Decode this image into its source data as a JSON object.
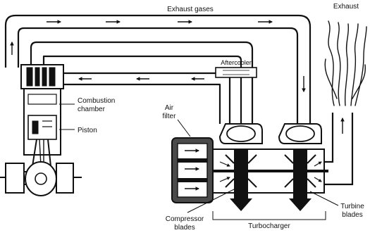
{
  "labels": {
    "exhaust_gases": "Exhaust gases",
    "exhaust_1": "Exhaust",
    "aftercooler": "Aftercooler",
    "combustion_1": "Combustion",
    "combustion_2": "chamber",
    "piston": "Piston",
    "air_1": "Air",
    "air_2": "filter",
    "compressor_1": "Compressor",
    "compressor_2": "blades",
    "turbocharger": "Turbocharger",
    "turbine_1": "Turbine",
    "turbine_2": "blades"
  },
  "colors": {
    "ink": "#111111",
    "filter_body": "#4a4a4a",
    "paper": "#ffffff"
  }
}
